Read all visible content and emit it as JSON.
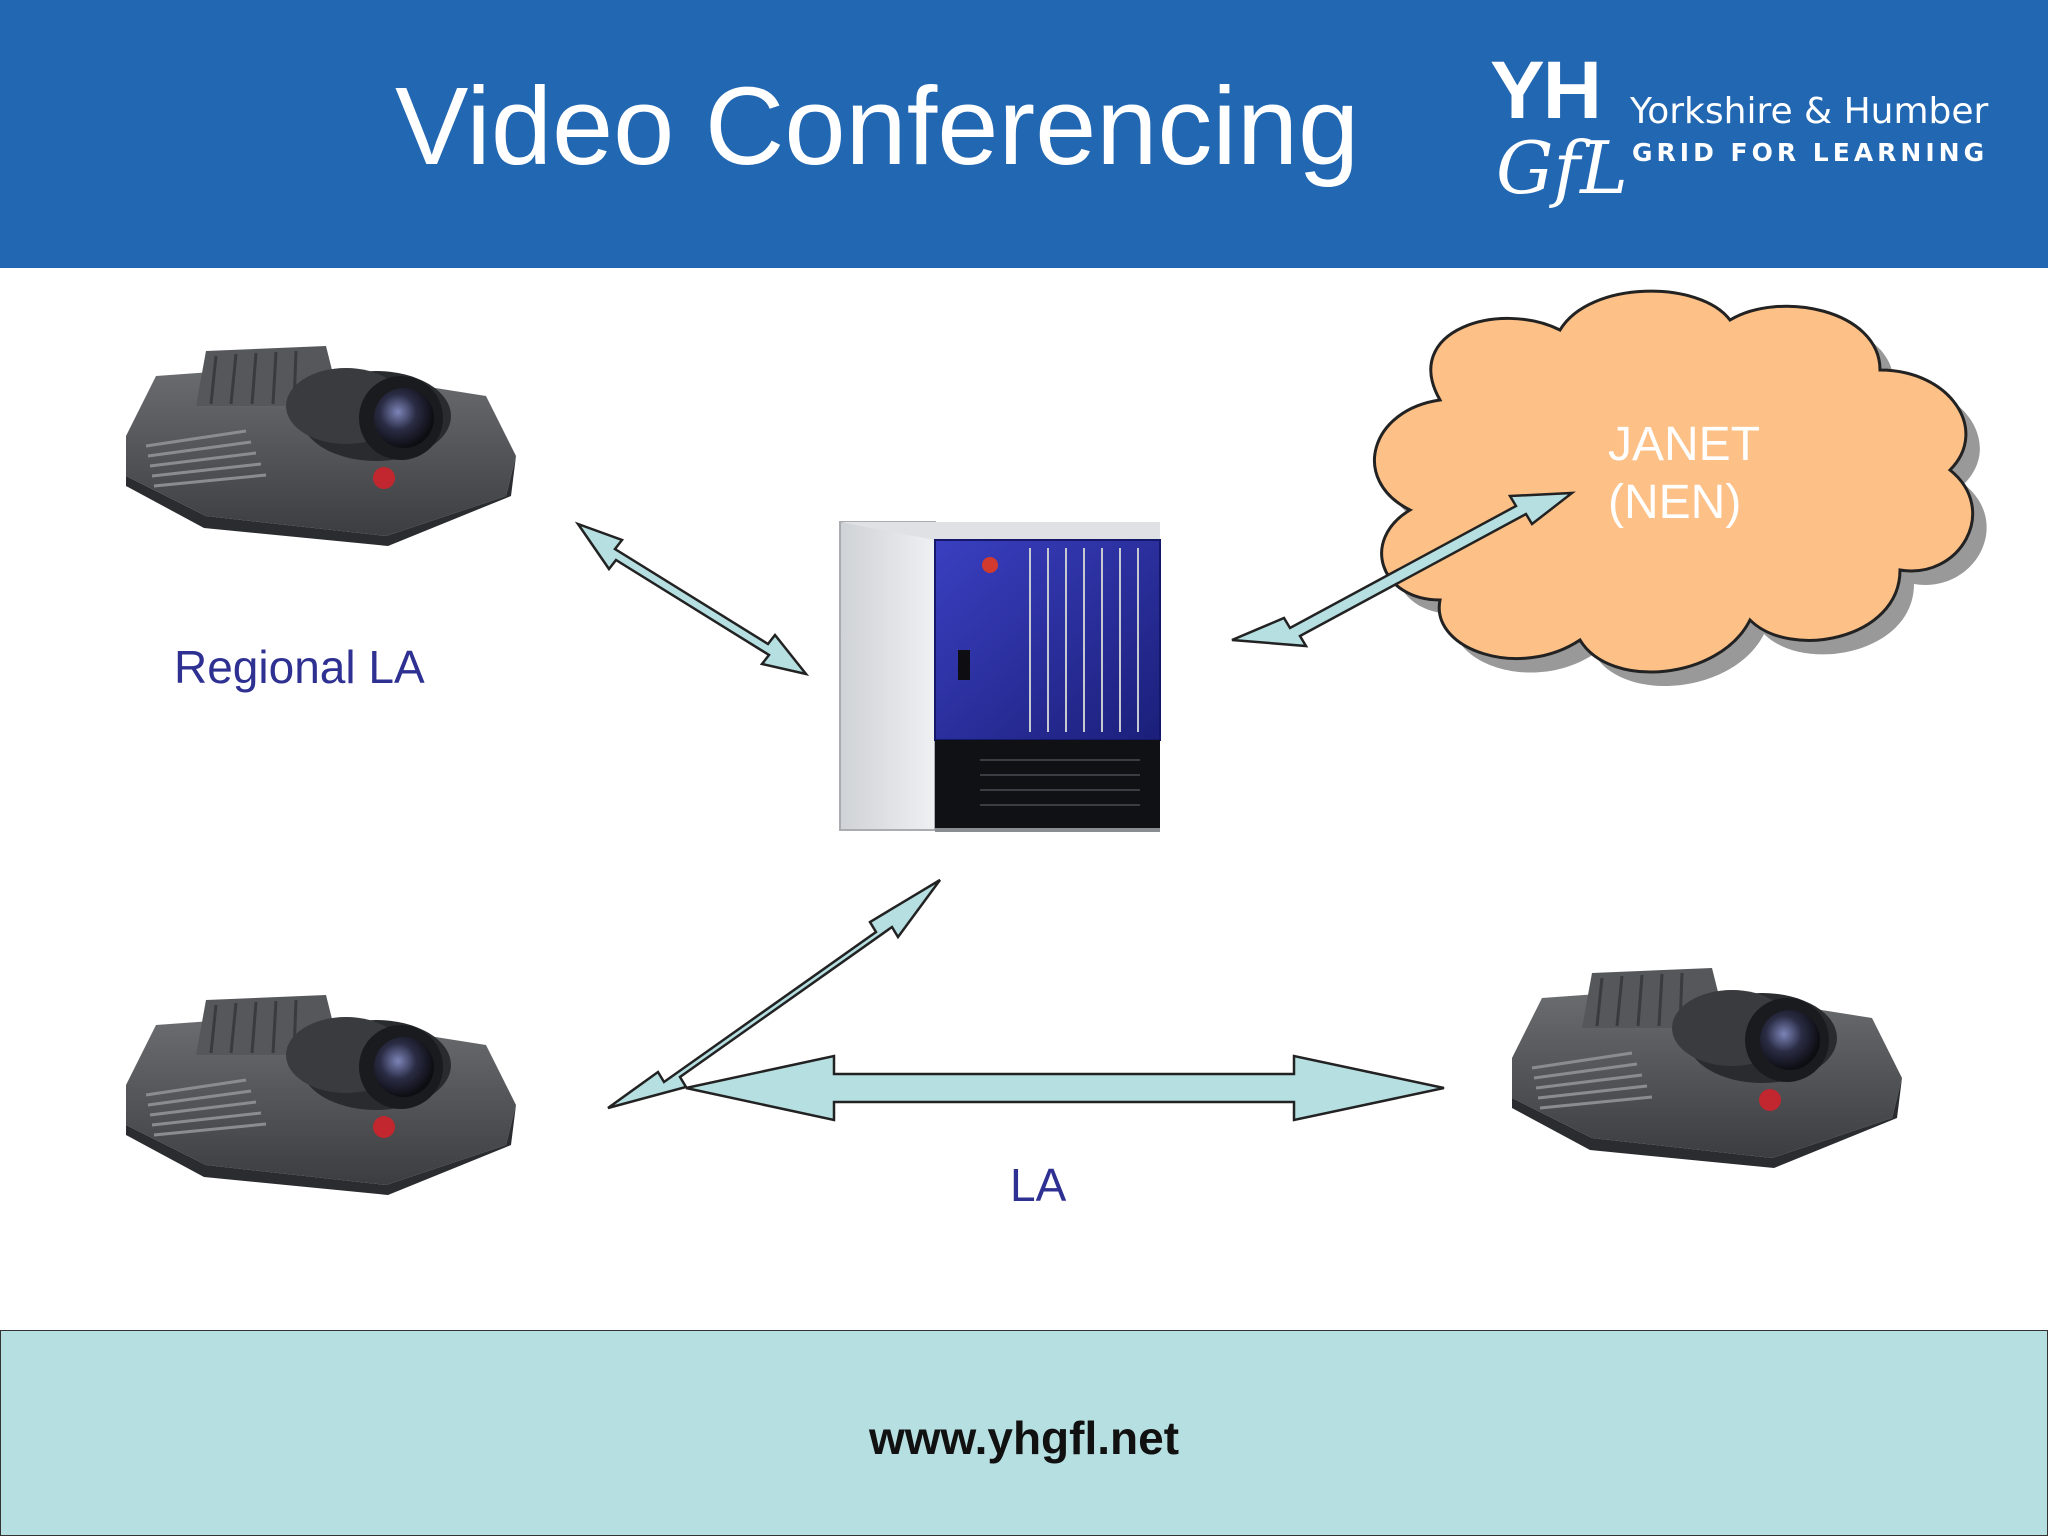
{
  "header": {
    "title": "Video Conferencing",
    "logo": {
      "mark_line1": "YH",
      "mark_line2": "GfL",
      "org_line1": "Yorkshire & Humber",
      "org_line2": "GRID FOR LEARNING"
    }
  },
  "diagram": {
    "labels": {
      "regional_la": "Regional LA",
      "la": "LA",
      "janet_line1": "JANET",
      "janet_line2": "(NEN)"
    },
    "nodes": [
      "video-conference-unit-top-left",
      "mcu-server-center",
      "video-conference-unit-bottom-left",
      "video-conference-unit-bottom-right",
      "janet-cloud"
    ]
  },
  "footer": {
    "url": "www.yhgfl.net"
  },
  "colors": {
    "header_bg": "#2167b2",
    "label_text": "#2e3192",
    "arrow_fill": "#b6dfe2",
    "cloud_fill": "#fdc087",
    "footer_bg": "#b6dfe2"
  }
}
